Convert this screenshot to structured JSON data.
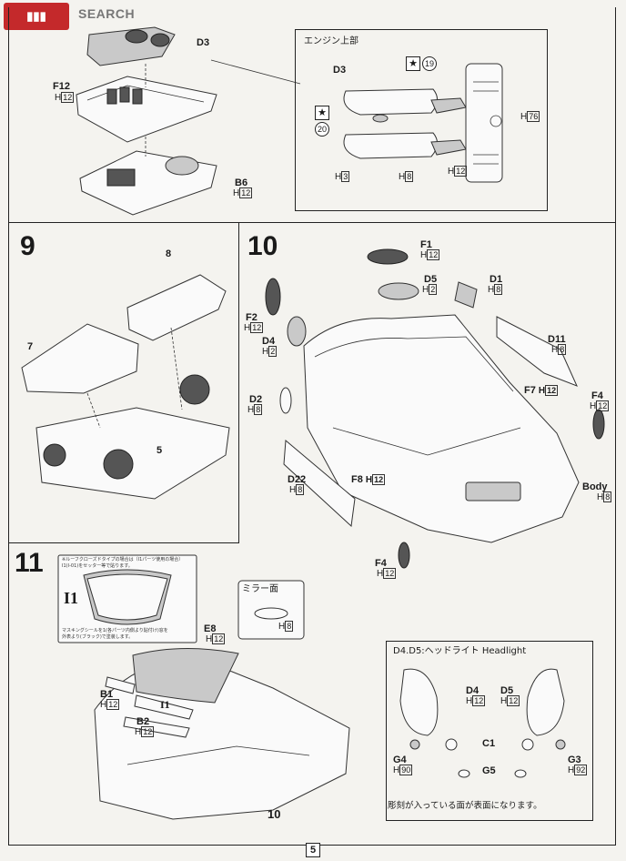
{
  "watermark": {
    "text": "SEARCH"
  },
  "step8": {
    "labels": {
      "d3": "D3",
      "f12": "F12",
      "f12_sub": "12",
      "b6": "B6",
      "b6_sub": "12"
    },
    "inset": {
      "title": "エンジン上部",
      "d3": "D3",
      "star_19": "19",
      "star_20": "20",
      "h76": "76",
      "h3": "3",
      "h8": "8",
      "h12": "12"
    }
  },
  "step9": {
    "number": "9",
    "l8": "8",
    "l7": "7",
    "l5": "5"
  },
  "step10": {
    "number": "10",
    "labels": [
      {
        "id": "f1",
        "part": "F1",
        "sub": "12"
      },
      {
        "id": "d5",
        "part": "D5",
        "sub": "2"
      },
      {
        "id": "d1",
        "part": "D1",
        "sub": "8"
      },
      {
        "id": "f2",
        "part": "F2",
        "sub": "12"
      },
      {
        "id": "d4",
        "part": "D4",
        "sub": "2"
      },
      {
        "id": "d11",
        "part": "D11",
        "sub": "8"
      },
      {
        "id": "f7",
        "part": "F7",
        "sub": "12"
      },
      {
        "id": "f4a",
        "part": "F4",
        "sub": "12"
      },
      {
        "id": "d2",
        "part": "D2",
        "sub": "8"
      },
      {
        "id": "body",
        "part": "Body",
        "sub": "8"
      },
      {
        "id": "d22",
        "part": "D22",
        "sub": "8"
      },
      {
        "id": "f8",
        "part": "F8",
        "sub": "12"
      },
      {
        "id": "f4b",
        "part": "F4",
        "sub": "12"
      }
    ]
  },
  "step11": {
    "number": "11",
    "note_lines": [
      "※ルーフクローズドタイプの場合は（I1パーツ使用の場合）",
      "I1(I-01)をセッター等で貼ります。",
      "マスキングシールを1(各パーツ内側より貼付け)窓を",
      "外表より(ブラック)で塗装します。"
    ],
    "i1_big": "I1",
    "mirror_title": "ミラー面",
    "mirror_h": "8",
    "e8": "E8",
    "e8_sub": "12",
    "b1": "B1",
    "b1_sub": "12",
    "i1": "I1",
    "b2": "B2",
    "b2_sub": "12",
    "l10": "10"
  },
  "headlight": {
    "title": "D4.D5:ヘッドライト Headlight",
    "d4": "D4",
    "d4_sub": "12",
    "d5": "D5",
    "d5_sub": "12",
    "c1": "C1",
    "g4": "G4",
    "g4_sub": "90",
    "g3": "G3",
    "g3_sub": "92",
    "g5": "G5",
    "note": "彫刻が入っている面が表面になります。"
  },
  "page_number": "5"
}
